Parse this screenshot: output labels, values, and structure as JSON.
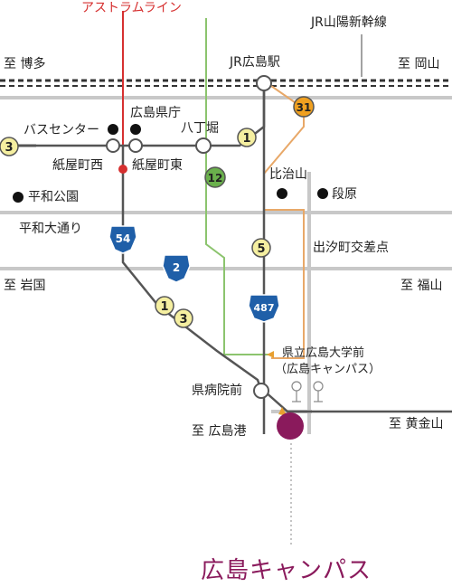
{
  "lines": {
    "astram": "アストラムライン",
    "shinkansen": "JR山陽新幹線"
  },
  "directions": {
    "hakata": "至 博多",
    "okayama": "至 岡山",
    "iwakuni": "至 岩国",
    "fukuyama": "至 福山",
    "hiroshima_port": "至 広島港",
    "koganeyama": "至 黄金山"
  },
  "places": {
    "jr_hiroshima": "JR広島駅",
    "pref_office": "広島県庁",
    "bus_center": "バスセンター",
    "hatchobori": "八丁堀",
    "kamiyacho_nishi": "紙屋町西",
    "kamiyacho_higashi": "紙屋町東",
    "hijiyama": "比治山",
    "danbara": "段原",
    "heiwa_park": "平和公園",
    "heiwa_odori": "平和大通り",
    "dejio_crossing": "出汐町交差点",
    "univ_stop_line1": "県立広島大学前",
    "univ_stop_line2": "（広島キャンパス）",
    "kenbyoin_mae": "県病院前",
    "campus_title": "広島キャンパス"
  },
  "route_badges": {
    "r31": "31",
    "r3_left": "3",
    "r1_top": "1",
    "r12": "12",
    "r5": "5",
    "r54": "54",
    "r2": "2",
    "r487": "487",
    "r1_mid": "1",
    "r3_mid": "3"
  },
  "colors": {
    "road": "#c8c8c8",
    "route_line": "#555555",
    "green_line": "#8cc46e",
    "orange_line": "#e8a868",
    "astram_line": "#d63030",
    "rail": "#333333",
    "badge_yellow": "#f5efa0",
    "badge_orange": "#f0a020",
    "badge_green": "#6ab04c",
    "badge_blue": "#1f5fa8",
    "campus": "#8a1a5c",
    "bus_stop_icon": "#888888"
  }
}
